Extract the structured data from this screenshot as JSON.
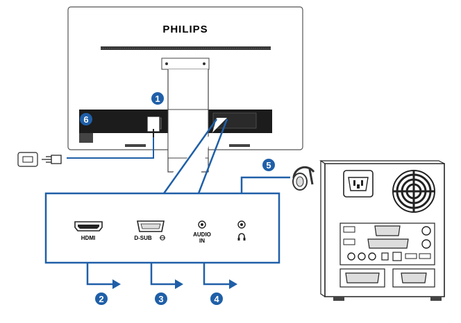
{
  "monitor": {
    "brand": "PHILIPS"
  },
  "panel": {
    "ports": [
      {
        "name": "hdmi-port",
        "label": "HDMI"
      },
      {
        "name": "dsub-port",
        "label": "D-SUB"
      },
      {
        "name": "audio-in-port",
        "label_line1": "AUDIO",
        "label_line2": "IN"
      },
      {
        "name": "headphone-port",
        "label": ""
      }
    ]
  },
  "callouts": [
    {
      "number": "1"
    },
    {
      "number": "2"
    },
    {
      "number": "3"
    },
    {
      "number": "4"
    },
    {
      "number": "5"
    },
    {
      "number": "6"
    }
  ],
  "colors": {
    "callout": "#1f5fa8",
    "arrow": "#1f5fa8",
    "line": "#1f5fa8"
  }
}
